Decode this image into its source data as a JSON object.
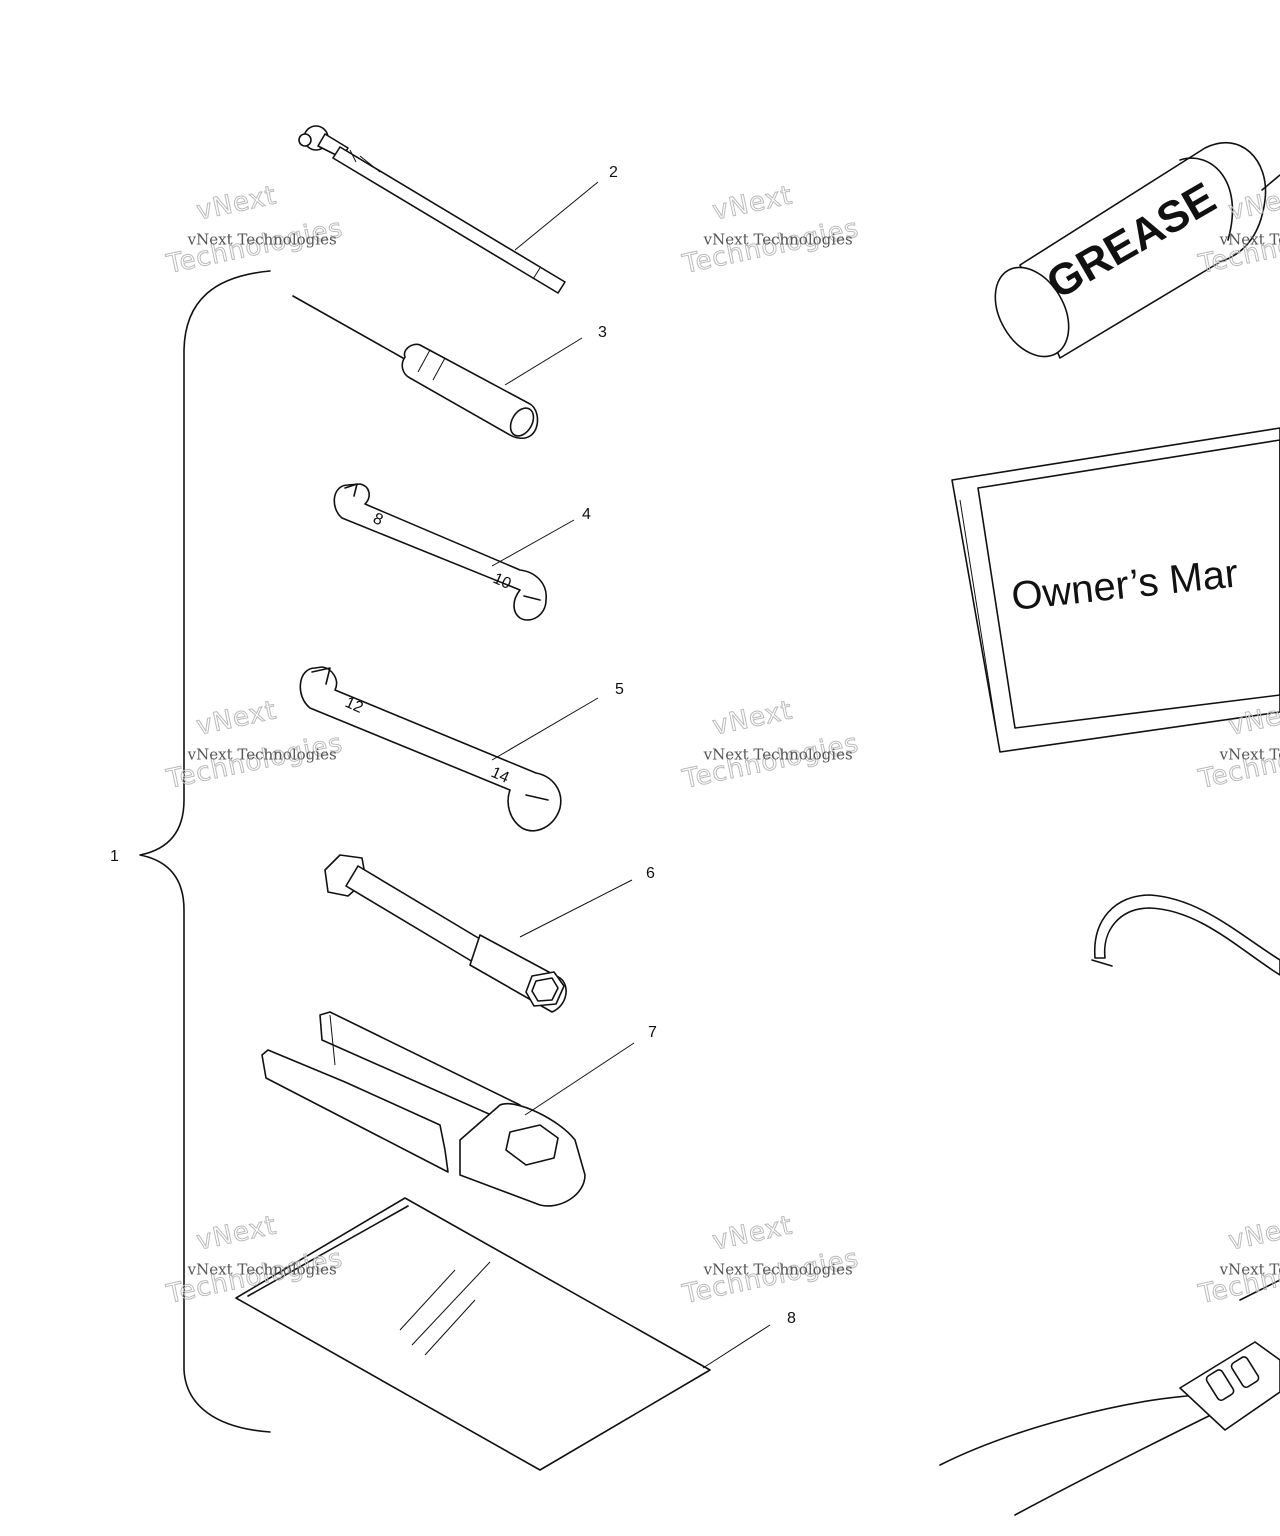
{
  "callouts": [
    "1",
    "2",
    "3",
    "4",
    "5",
    "6",
    "7",
    "8"
  ],
  "grease_label": "GREASE",
  "manual_label": "Owner’s Mar",
  "wrench_sizes": [
    "8",
    "10",
    "12",
    "14"
  ],
  "watermark": {
    "line1": "vNext Technologies",
    "line2": "vNext",
    "line3": "Technologies"
  }
}
